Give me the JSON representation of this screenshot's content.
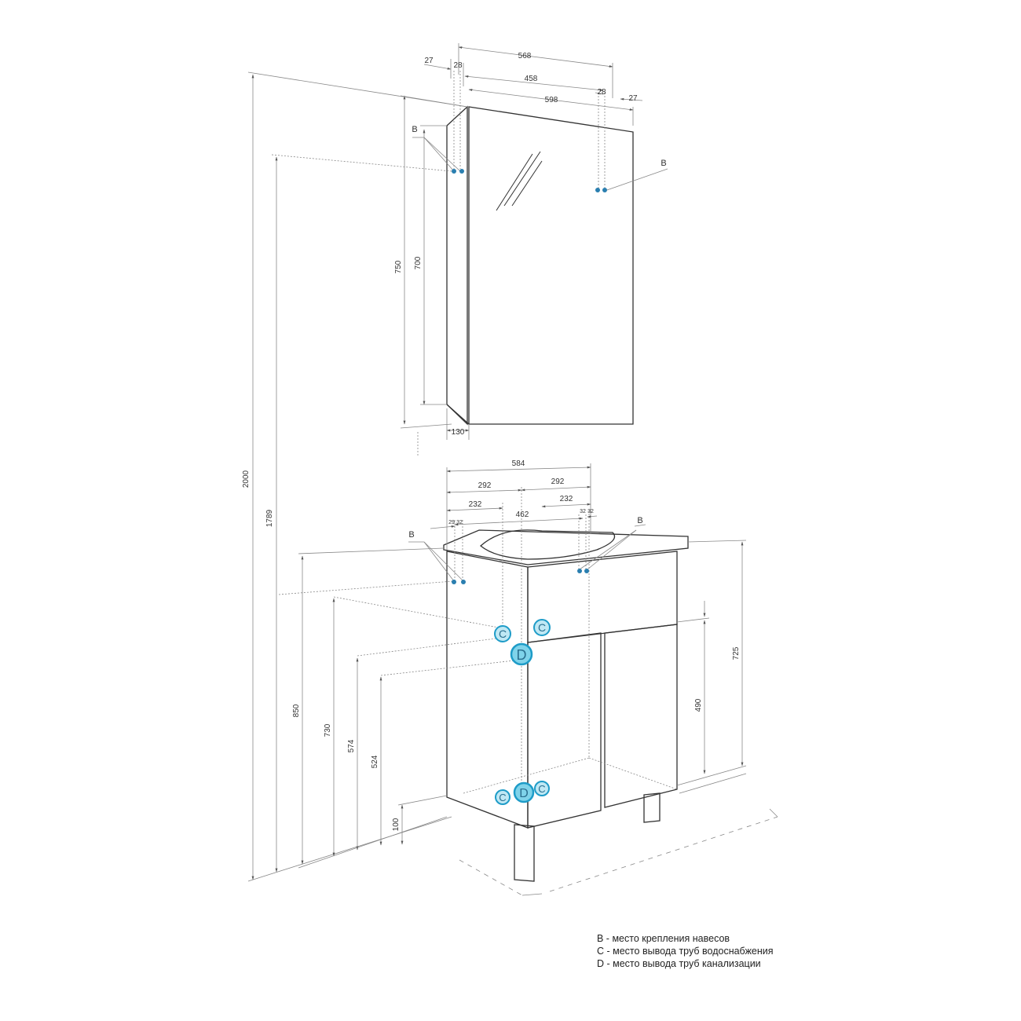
{
  "mirror": {
    "width_total": "568",
    "side_left": "27",
    "side_right": "27",
    "inner_left": "28",
    "inner_right": "28",
    "hinge_span": "458",
    "door_width": "598",
    "height_total": "750",
    "height_door": "700",
    "depth": "130",
    "hinge_label": "B"
  },
  "cabinet": {
    "width_total": "584",
    "half_left": "292",
    "half_right": "292",
    "pipe_left": "232",
    "pipe_right": "232",
    "hinge_span": "462",
    "small_a": "29",
    "small_b": "32",
    "small_c": "32",
    "small_d": "32",
    "height_850": "850",
    "height_730": "730",
    "height_574": "574",
    "height_524": "524",
    "height_100": "100",
    "height_725": "725",
    "height_490": "490",
    "hinge_label": "B",
    "water_label": "C",
    "drain_label": "D"
  },
  "overall": {
    "height_2000": "2000",
    "height_1789": "1789"
  },
  "legend": {
    "line_b": "B - место крепления навесов",
    "line_c": "C - место вывода труб водоснабжения",
    "line_d": "D - место вывода труб канализации"
  },
  "colors": {
    "line": "#333333",
    "dim_line": "#888888",
    "dot": "#2a7fb0",
    "circle_fill": "#7fd3ea",
    "circle_stroke": "#1e9cc8"
  }
}
